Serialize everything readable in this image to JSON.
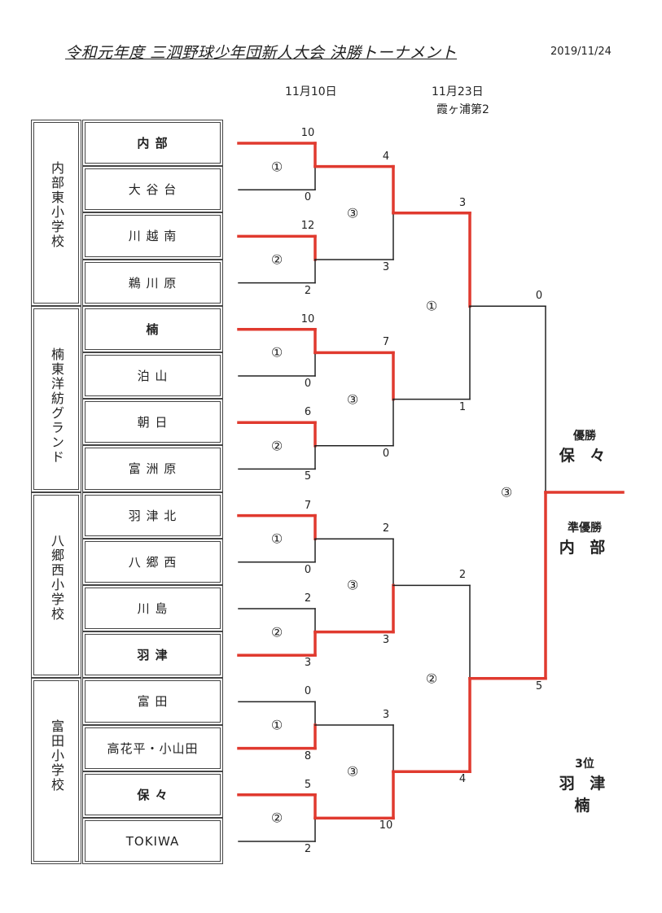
{
  "header": {
    "title": "令和元年度 三泗野球少年団新人大会 決勝トーナメント",
    "date": "2019/11/24",
    "round1_date": "11月10日",
    "round2_date": "11月23日",
    "round2_venue": "霞ヶ浦第2"
  },
  "venues": [
    "内部東小学校",
    "楠東洋紡グランド",
    "八郷西小学校",
    "富田小学校"
  ],
  "teams": [
    {
      "name": "内 部",
      "bold": true
    },
    {
      "name": "大 谷 台",
      "bold": false
    },
    {
      "name": "川 越 南",
      "bold": false
    },
    {
      "name": "鵜 川 原",
      "bold": false
    },
    {
      "name": "楠",
      "bold": true
    },
    {
      "name": "泊 山",
      "bold": false
    },
    {
      "name": "朝 日",
      "bold": false
    },
    {
      "name": "富 洲 原",
      "bold": false
    },
    {
      "name": "羽 津 北",
      "bold": false
    },
    {
      "name": "八 郷 西",
      "bold": false
    },
    {
      "name": "川 島",
      "bold": false
    },
    {
      "name": "羽 津",
      "bold": true
    },
    {
      "name": "富 田",
      "bold": false
    },
    {
      "name": "高花平・小山田",
      "bold": false
    },
    {
      "name": "保 々",
      "bold": true
    },
    {
      "name": "TOKIWA",
      "bold": false
    }
  ],
  "round1": [
    {
      "no": "①",
      "top_score": "10",
      "bottom_score": "0",
      "winner": "top"
    },
    {
      "no": "②",
      "top_score": "12",
      "bottom_score": "2",
      "winner": "top"
    },
    {
      "no": "①",
      "top_score": "10",
      "bottom_score": "0",
      "winner": "top"
    },
    {
      "no": "②",
      "top_score": "6",
      "bottom_score": "5",
      "winner": "top"
    },
    {
      "no": "①",
      "top_score": "7",
      "bottom_score": "0",
      "winner": "top"
    },
    {
      "no": "②",
      "top_score": "2",
      "bottom_score": "3",
      "winner": "bottom"
    },
    {
      "no": "①",
      "top_score": "0",
      "bottom_score": "8",
      "winner": "bottom"
    },
    {
      "no": "②",
      "top_score": "5",
      "bottom_score": "2",
      "winner": "top"
    }
  ],
  "round2": [
    {
      "no": "③",
      "top_score": "4",
      "bottom_score": "3",
      "winner": "top"
    },
    {
      "no": "③",
      "top_score": "7",
      "bottom_score": "0",
      "winner": "top"
    },
    {
      "no": "③",
      "top_score": "2",
      "bottom_score": "3",
      "winner": "bottom"
    },
    {
      "no": "③",
      "top_score": "3",
      "bottom_score": "10",
      "winner": "bottom"
    }
  ],
  "semifinal": [
    {
      "no": "①",
      "top_score": "3",
      "bottom_score": "1",
      "winner": "top"
    },
    {
      "no": "②",
      "top_score": "2",
      "bottom_score": "4",
      "winner": "bottom"
    }
  ],
  "final": {
    "no": "③",
    "top_score": "0",
    "bottom_score": "5",
    "winner": "bottom"
  },
  "results": {
    "champion_label": "優勝",
    "champion": "保 々",
    "runner_up_label": "準優勝",
    "runner_up": "内 部",
    "third_label": "3位",
    "third_1": "羽 津",
    "third_2": "楠"
  },
  "colors": {
    "winner_line": "#e03a2f",
    "loser_line": "#222222"
  }
}
